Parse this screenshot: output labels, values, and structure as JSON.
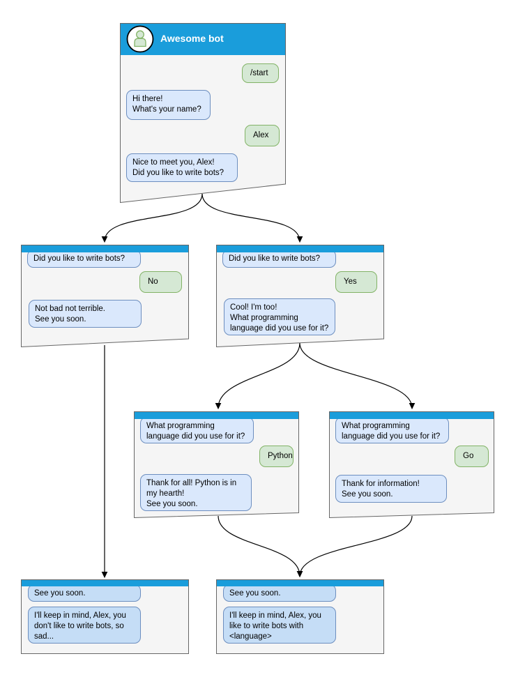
{
  "colors": {
    "header_blue": "#1a9ddb",
    "window_fill": "#f5f5f5",
    "window_border": "#666666",
    "bot_bubble_fill": "#dae8fc",
    "bot_bubble_fill_end": "#c5ddf6",
    "bot_bubble_border": "#6c8ebf",
    "user_bubble_fill": "#d5e8d4",
    "user_bubble_border": "#82b366",
    "arrow_color": "#000000"
  },
  "windows": [
    {
      "id": "root",
      "title": "Awesome bot",
      "avatar_icon": "person-icon",
      "messages": [
        {
          "from": "user",
          "text": "/start"
        },
        {
          "from": "bot",
          "text": "Hi there!\nWhat's your name?"
        },
        {
          "from": "user",
          "text": "Alex"
        },
        {
          "from": "bot",
          "text": "Nice to meet you, Alex!\nDid you like to write bots?"
        }
      ]
    },
    {
      "id": "branch-no",
      "messages": [
        {
          "from": "bot",
          "text": "Did you like to write bots?"
        },
        {
          "from": "user",
          "text": "No"
        },
        {
          "from": "bot",
          "text": "Not bad not terrible.\nSee you soon."
        }
      ]
    },
    {
      "id": "branch-yes",
      "messages": [
        {
          "from": "bot",
          "text": "Did you like to write bots?"
        },
        {
          "from": "user",
          "text": "Yes"
        },
        {
          "from": "bot",
          "text": "Cool! I'm too!\nWhat programming\nlanguage did you use for it?"
        }
      ]
    },
    {
      "id": "branch-python",
      "messages": [
        {
          "from": "bot",
          "text": "What programming\nlanguage did you use for it?"
        },
        {
          "from": "user",
          "text": "Python"
        },
        {
          "from": "bot",
          "text": "Thank for all! Python is in\nmy hearth!\nSee you soon."
        }
      ]
    },
    {
      "id": "branch-go",
      "messages": [
        {
          "from": "bot",
          "text": "What programming\nlanguage did you use for it?"
        },
        {
          "from": "user",
          "text": "Go"
        },
        {
          "from": "bot",
          "text": "Thank for information!\nSee you soon."
        }
      ]
    },
    {
      "id": "end-no",
      "messages": [
        {
          "from": "bot",
          "text": "See you soon."
        },
        {
          "from": "bot",
          "text": "I'll keep in mind, Alex, you\ndon't like to write bots, so\nsad..."
        }
      ]
    },
    {
      "id": "end-yes",
      "messages": [
        {
          "from": "bot",
          "text": "See you soon."
        },
        {
          "from": "bot",
          "text": "I'll keep in mind, Alex, you\nlike to write bots with\n<language>"
        }
      ]
    }
  ]
}
